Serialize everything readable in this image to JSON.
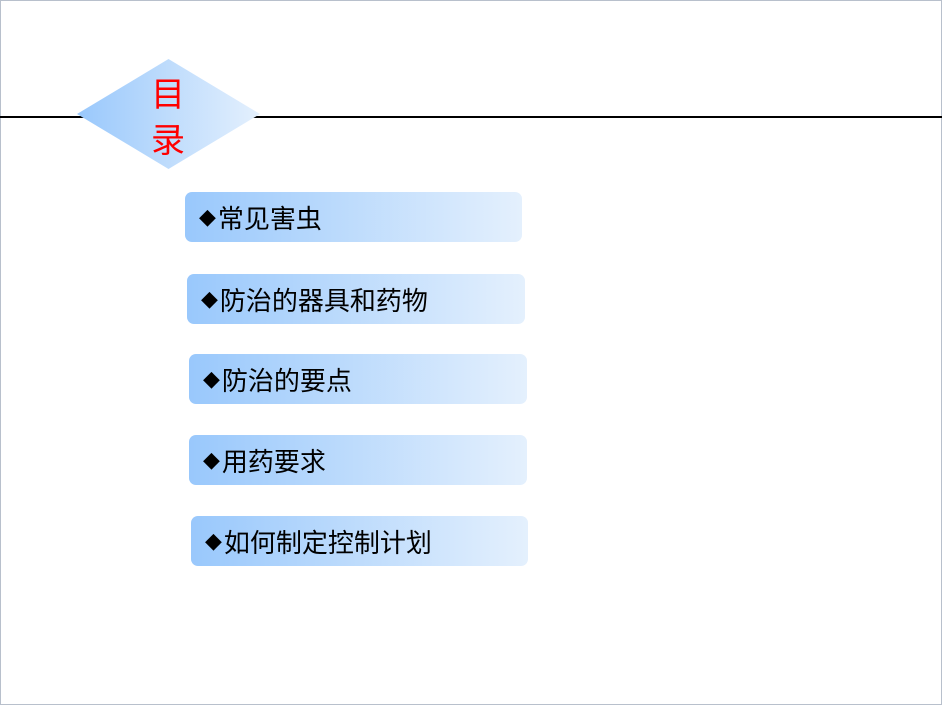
{
  "title": "目录",
  "bullet": "◆",
  "items": [
    "常见害虫",
    "防治的器具和药物",
    "防治的要点",
    "用药要求",
    "如何制定控制计划"
  ],
  "colors": {
    "title": "#ff0000",
    "gradient_start": "#99c8fc",
    "gradient_end": "#e4f0fd"
  }
}
